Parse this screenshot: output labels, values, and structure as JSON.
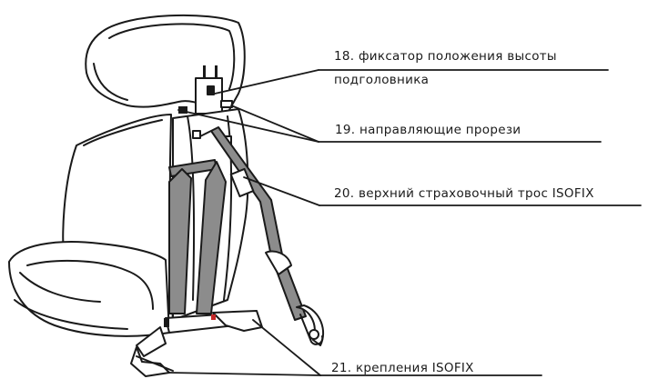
{
  "callouts": {
    "c18_line1": "18. фиксатор положения высоты",
    "c18_line2": "подголовника",
    "c19": "19. направляющие прорези",
    "c20": "20. верхний страховочный трос ISOFIX",
    "c21": "21. крепления ISOFIX"
  },
  "colors": {
    "line": "#1a1a1a",
    "strap_fill": "#8c8c8c",
    "background": "#ffffff"
  }
}
